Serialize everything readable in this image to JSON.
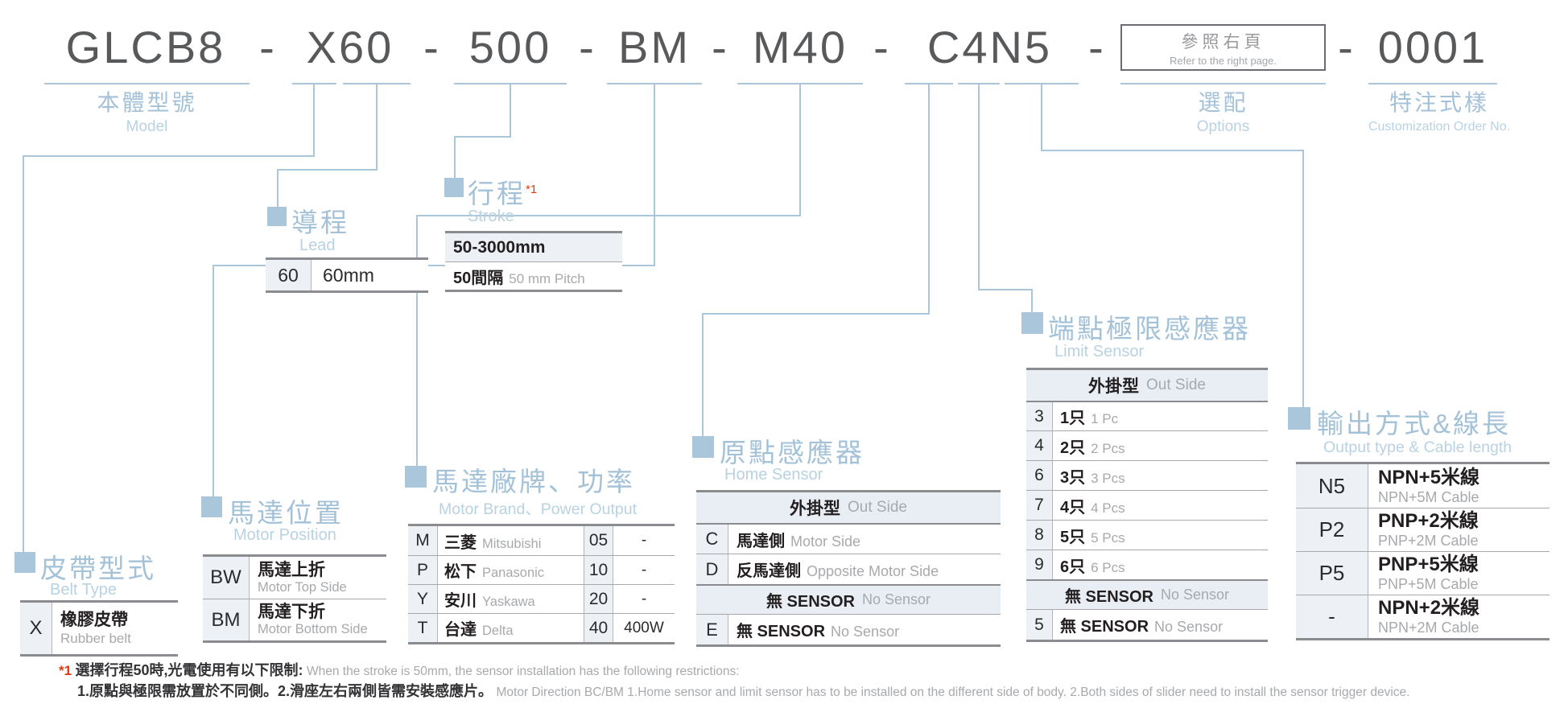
{
  "colors": {
    "accent_blue": "#a9c6da",
    "title_blue": "#a3c2d8",
    "subtitle_blue": "#b9d2e2",
    "dark_title_text": "#58595b",
    "table_text": "#231f20",
    "muted_gray": "#a7a9ac",
    "code_cell_bg": "#edf1f6",
    "header_row_bg": "#e9eef4",
    "table_border": "#8a8c8f",
    "note_red": "#e6380f"
  },
  "title": {
    "separator": "-",
    "model": "GLCB8",
    "belt_lead": "X60",
    "stroke": "500",
    "motor_position": "BM",
    "motor_power": "M40",
    "sensor_code": "C4N5",
    "options_box_zh": "參照右頁",
    "options_box_en": "Refer to the right page.",
    "custom_no": "0001"
  },
  "header_labels": {
    "model_zh": "本體型號",
    "model_en": "Model",
    "options_zh": "選配",
    "options_en": "Options",
    "custom_zh": "特注式樣",
    "custom_en": "Customization Order No."
  },
  "lead": {
    "title_zh": "導程",
    "title_en": "Lead",
    "rows": [
      {
        "code": "60",
        "value": "60mm"
      }
    ]
  },
  "stroke": {
    "title_zh": "行程",
    "note_ref": "*1",
    "title_en": "Stroke",
    "range": "50-3000mm",
    "pitch_zh": "50間隔",
    "pitch_en": "50 mm Pitch"
  },
  "motor_position": {
    "title_zh": "馬達位置",
    "title_en": "Motor Position",
    "rows": [
      {
        "code": "BW",
        "zh": "馬達上折",
        "en": "Motor Top Side"
      },
      {
        "code": "BM",
        "zh": "馬達下折",
        "en": "Motor Bottom Side"
      }
    ]
  },
  "belt_type": {
    "title_zh": "皮帶型式",
    "title_en": "Belt Type",
    "rows": [
      {
        "code": "X",
        "zh": "橡膠皮帶",
        "en": "Rubber belt"
      }
    ]
  },
  "motor_brand": {
    "title_zh": "馬達廠牌、功率",
    "title_en": "Motor Brand、Power Output",
    "rows": [
      {
        "code": "M",
        "zh": "三菱",
        "en": "Mitsubishi",
        "power_code": "05",
        "power": "-"
      },
      {
        "code": "P",
        "zh": "松下",
        "en": "Panasonic",
        "power_code": "10",
        "power": "-"
      },
      {
        "code": "Y",
        "zh": "安川",
        "en": "Yaskawa",
        "power_code": "20",
        "power": "-"
      },
      {
        "code": "T",
        "zh": "台達",
        "en": "Delta",
        "power_code": "40",
        "power": "400W"
      }
    ]
  },
  "home_sensor": {
    "title_zh": "原點感應器",
    "title_en": "Home Sensor",
    "header_zh": "外掛型",
    "header_en": "Out Side",
    "rows": [
      {
        "code": "C",
        "zh": "馬達側",
        "en": "Motor Side"
      },
      {
        "code": "D",
        "zh": "反馬達側",
        "en": "Opposite Motor Side"
      }
    ],
    "no_sensor_zh": "無 SENSOR",
    "no_sensor_en": "No Sensor",
    "e_row": {
      "code": "E",
      "zh": "無 SENSOR",
      "en": "No Sensor"
    }
  },
  "limit_sensor": {
    "title_zh": "端點極限感應器",
    "title_en": "Limit Sensor",
    "header_zh": "外掛型",
    "header_en": "Out Side",
    "rows": [
      {
        "code": "3",
        "zh": "1只",
        "en": "1 Pc"
      },
      {
        "code": "4",
        "zh": "2只",
        "en": "2 Pcs"
      },
      {
        "code": "6",
        "zh": "3只",
        "en": "3 Pcs"
      },
      {
        "code": "7",
        "zh": "4只",
        "en": "4 Pcs"
      },
      {
        "code": "8",
        "zh": "5只",
        "en": "5 Pcs"
      },
      {
        "code": "9",
        "zh": "6只",
        "en": "6 Pcs"
      }
    ],
    "no_sensor_zh": "無 SENSOR",
    "no_sensor_en": "No Sensor",
    "last_row": {
      "code": "5",
      "zh": "無 SENSOR",
      "en": "No Sensor"
    }
  },
  "output": {
    "title_zh": "輸出方式&線長",
    "title_en": "Output type & Cable length",
    "rows": [
      {
        "code": "N5",
        "zh": "NPN+5米線",
        "en": "NPN+5M Cable"
      },
      {
        "code": "P2",
        "zh": "PNP+2米線",
        "en": "PNP+2M Cable"
      },
      {
        "code": "P5",
        "zh": "PNP+5米線",
        "en": "PNP+5M Cable"
      },
      {
        "code": "-",
        "zh": "NPN+2米線",
        "en": "NPN+2M Cable"
      }
    ]
  },
  "footnote": {
    "ref": "*1",
    "line1_zh": "選擇行程50時,光電使用有以下限制:",
    "line1_en": "When the stroke is 50mm, the sensor installation has  the following restrictions:",
    "line2_zh": "1.原點與極限需放置於不同側。2.滑座左右兩側皆需安裝感應片。",
    "line2_en": "Motor Direction BC/BM 1.Home sensor and limit sensor has to be installed on the different side of body.  2.Both sides of slider need to install the sensor trigger device."
  }
}
